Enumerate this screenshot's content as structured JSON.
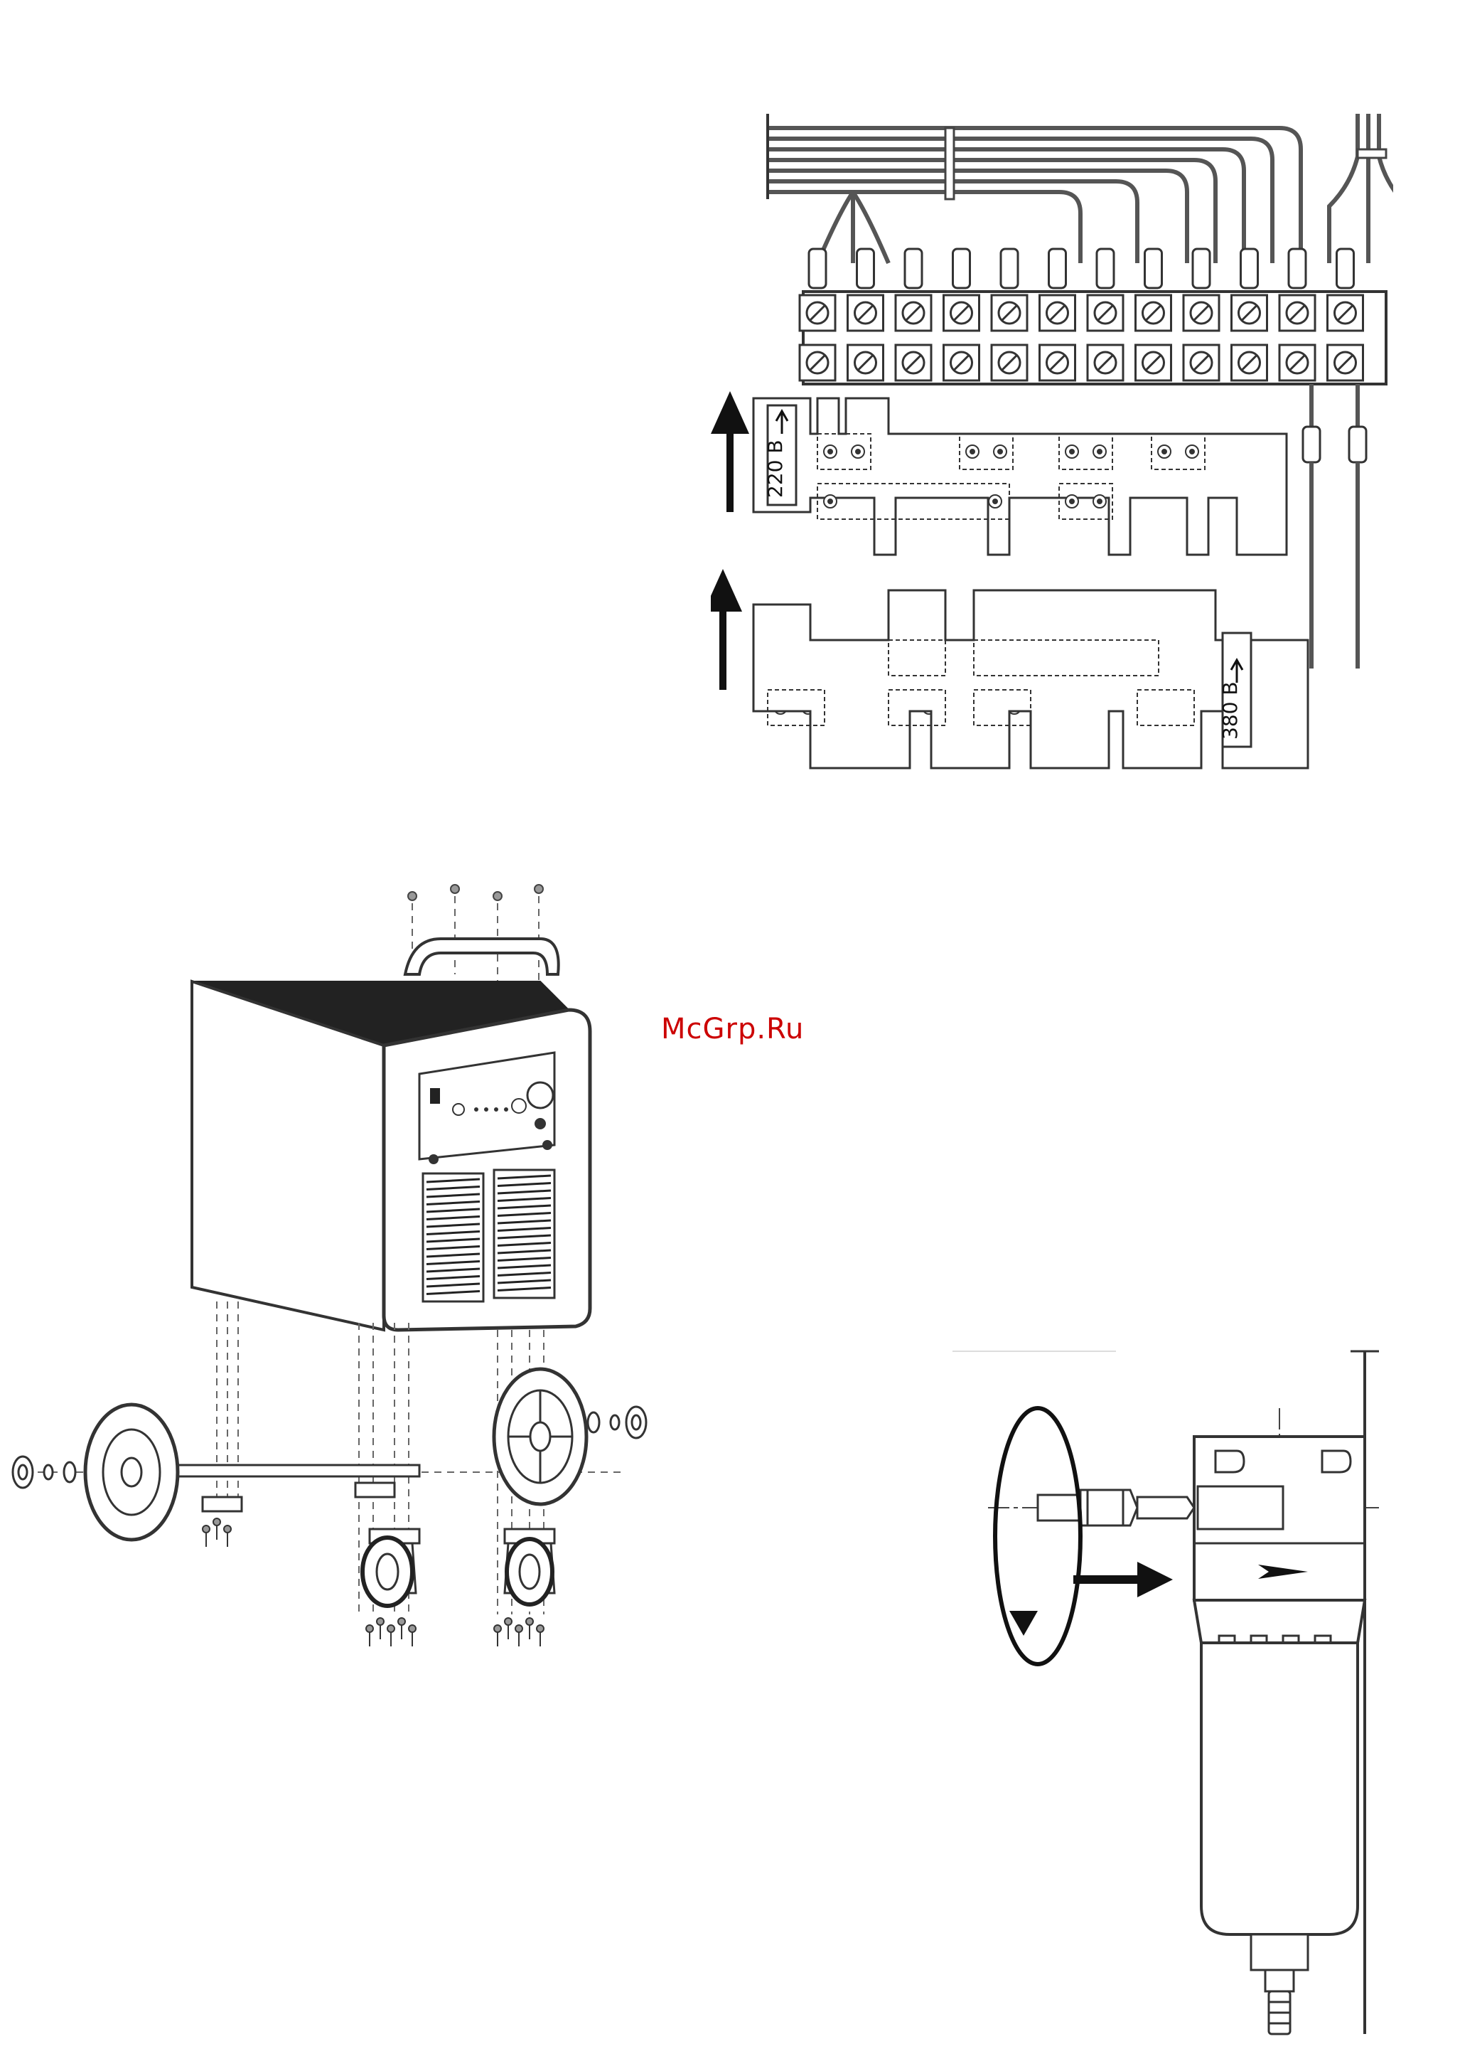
{
  "watermark": {
    "text": "McGrp.Ru",
    "color": "#cc0000"
  },
  "terminal_block_figure": {
    "label_220": "220 В",
    "label_380": "380 В",
    "terminal_count": 12,
    "icons": [
      "up-arrow-icon",
      "up-arrow-icon"
    ]
  },
  "welder_assembly_figure": {
    "parts": [
      "handle",
      "machine-body",
      "front-panel",
      "louvered-grille",
      "axle",
      "rear-wheels",
      "swivel-casters",
      "screws",
      "washers",
      "caps"
    ]
  },
  "air_filter_figure": {
    "icons": [
      "rotate-arrow-icon",
      "right-arrow-icon",
      "flow-arrow-icon"
    ],
    "parts": [
      "wall-bracket",
      "filter-head",
      "fitting",
      "bowl",
      "drain-valve"
    ]
  }
}
